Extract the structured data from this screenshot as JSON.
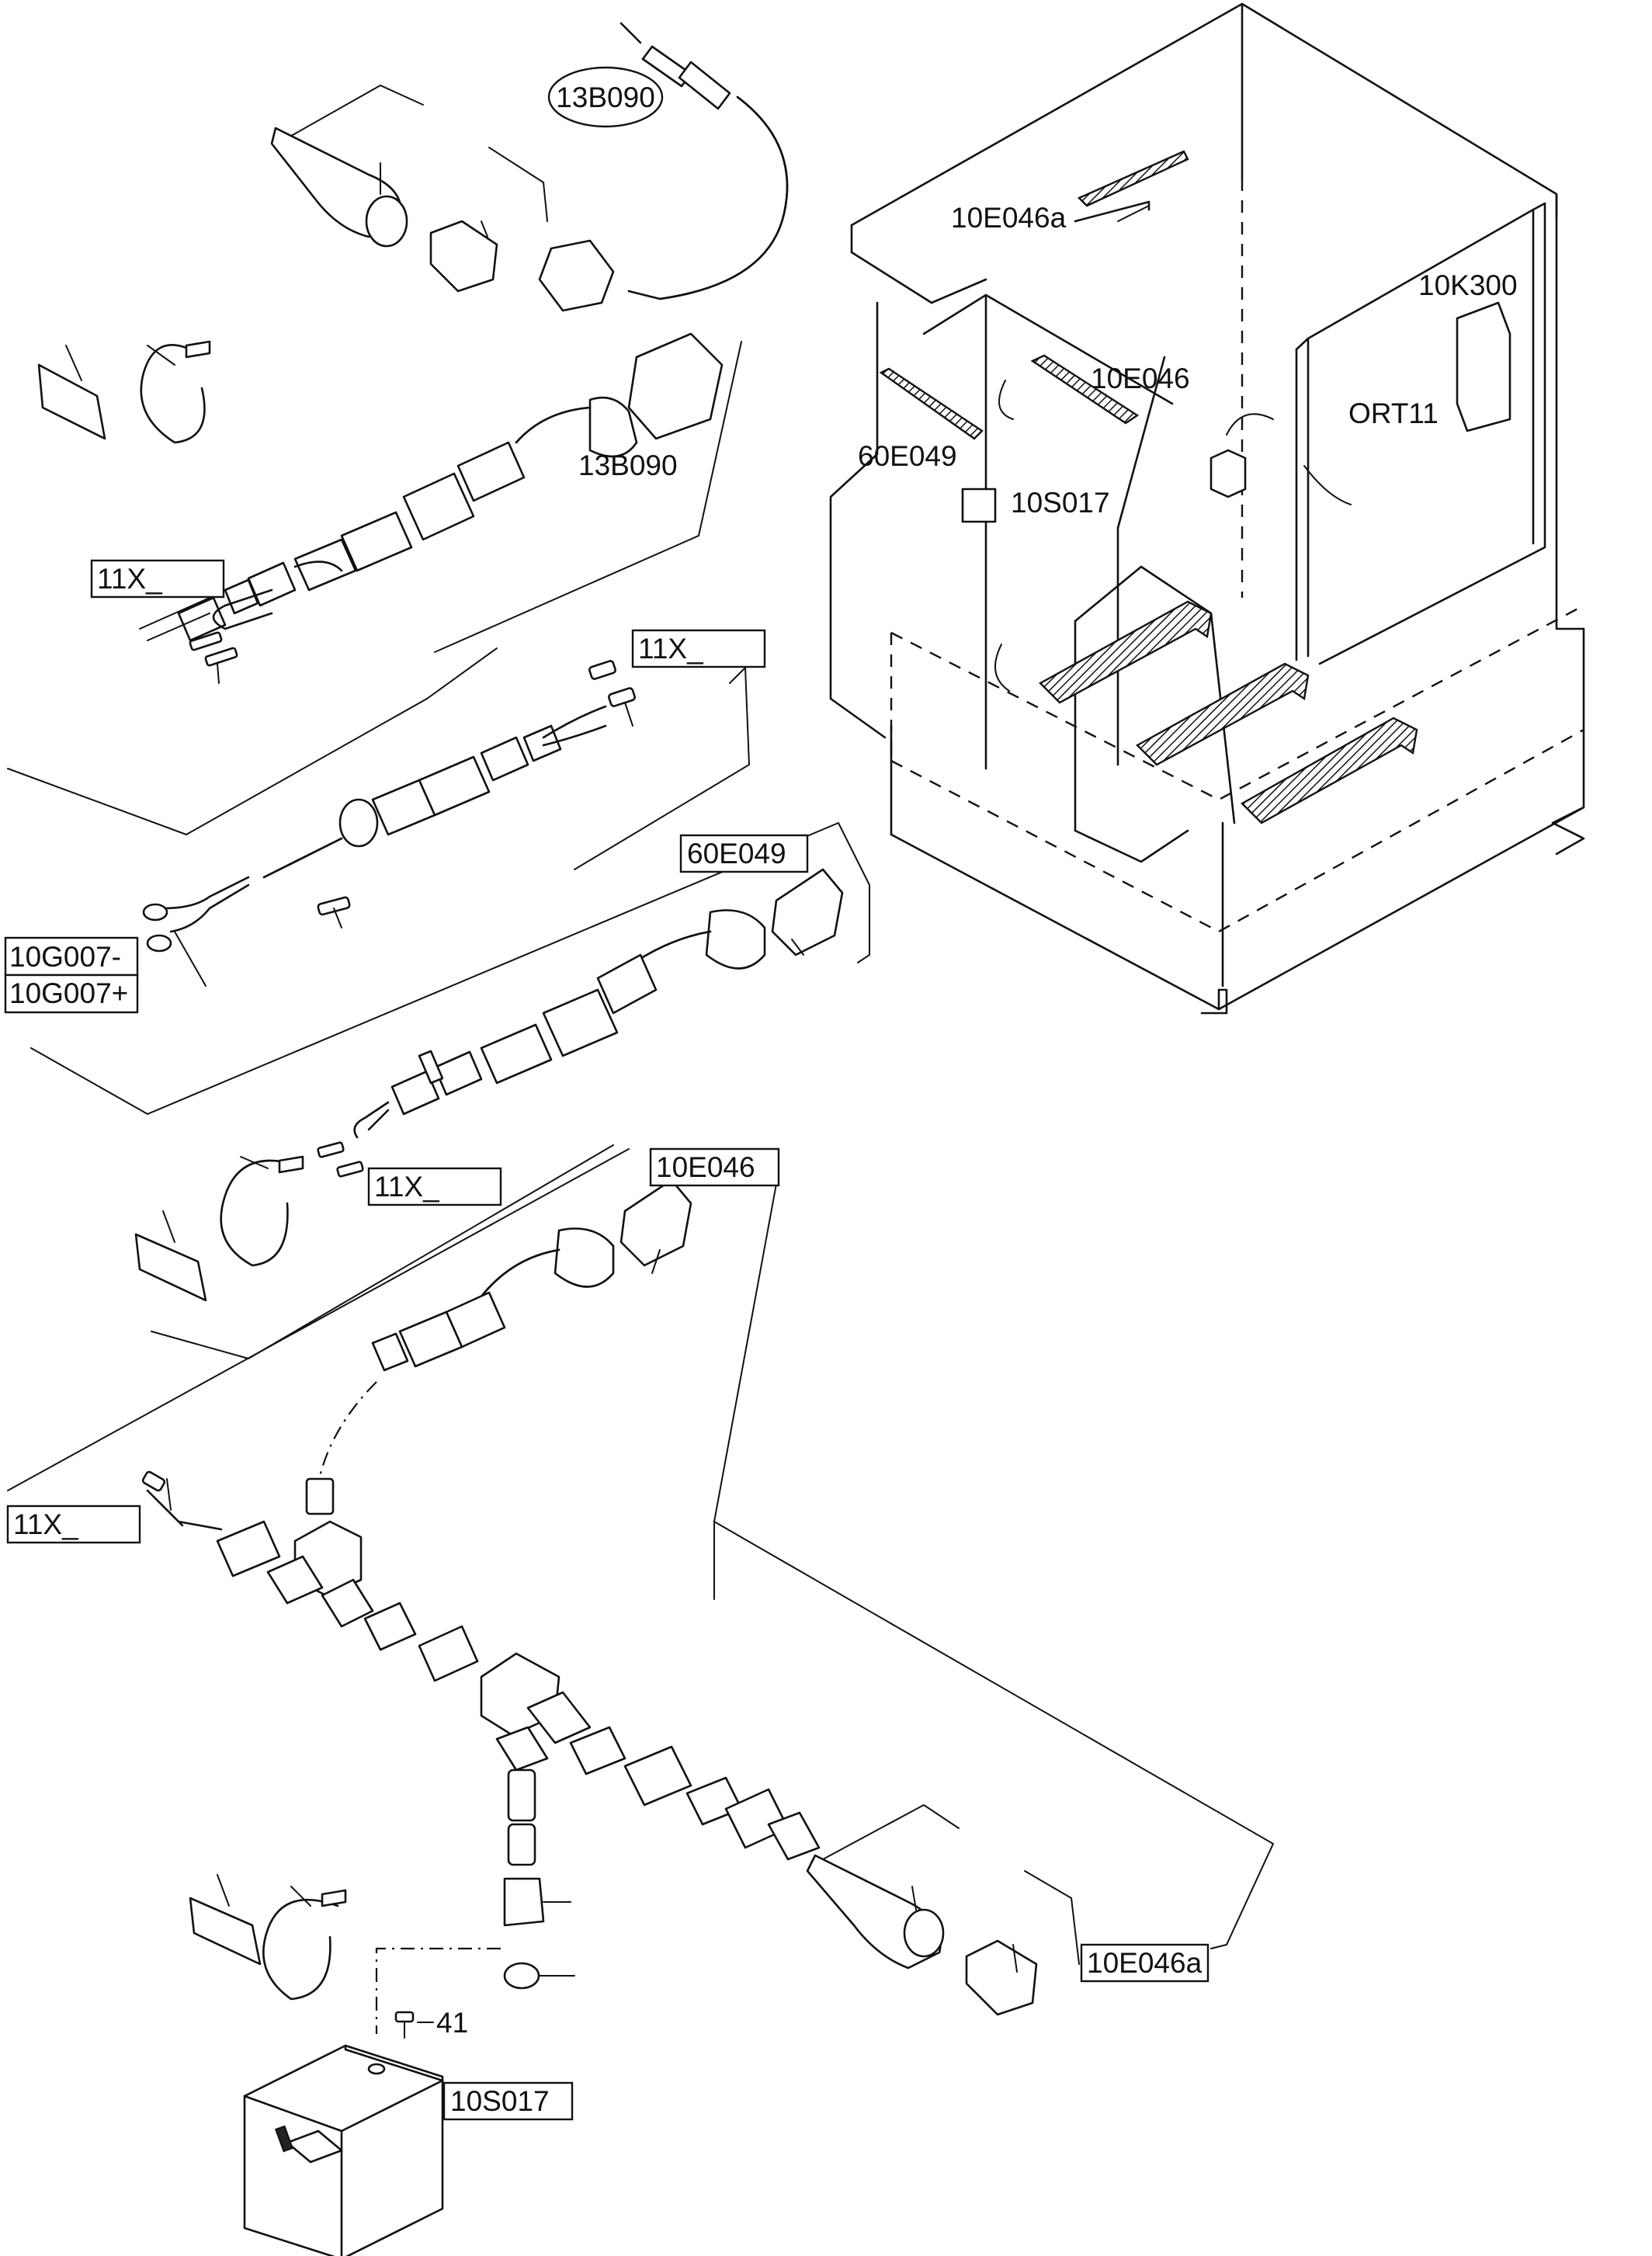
{
  "labels": {
    "cable_13b090_oval": "13B090",
    "connector_13b090": "13B090",
    "connector_11x_a": "11X_",
    "connector_11x_b": "11X_",
    "ground_minus": "10G007-",
    "ground_plus": "10G007+",
    "connector_60e049_box": "60E049",
    "connector_11x_c": "11X_",
    "connector_10e046_box": "10E046",
    "connector_11x_d": "11X_",
    "connector_10e046a_box": "10E046a",
    "screw_41": "41",
    "switch_10s017_box": "10S017",
    "cab_10e046a": "10E046a",
    "cab_10k300": "10K300",
    "cab_10e046": "10E046",
    "cab_ort11": "ORT11",
    "cab_60e049": "60E049",
    "cab_10s017": "10S017"
  }
}
